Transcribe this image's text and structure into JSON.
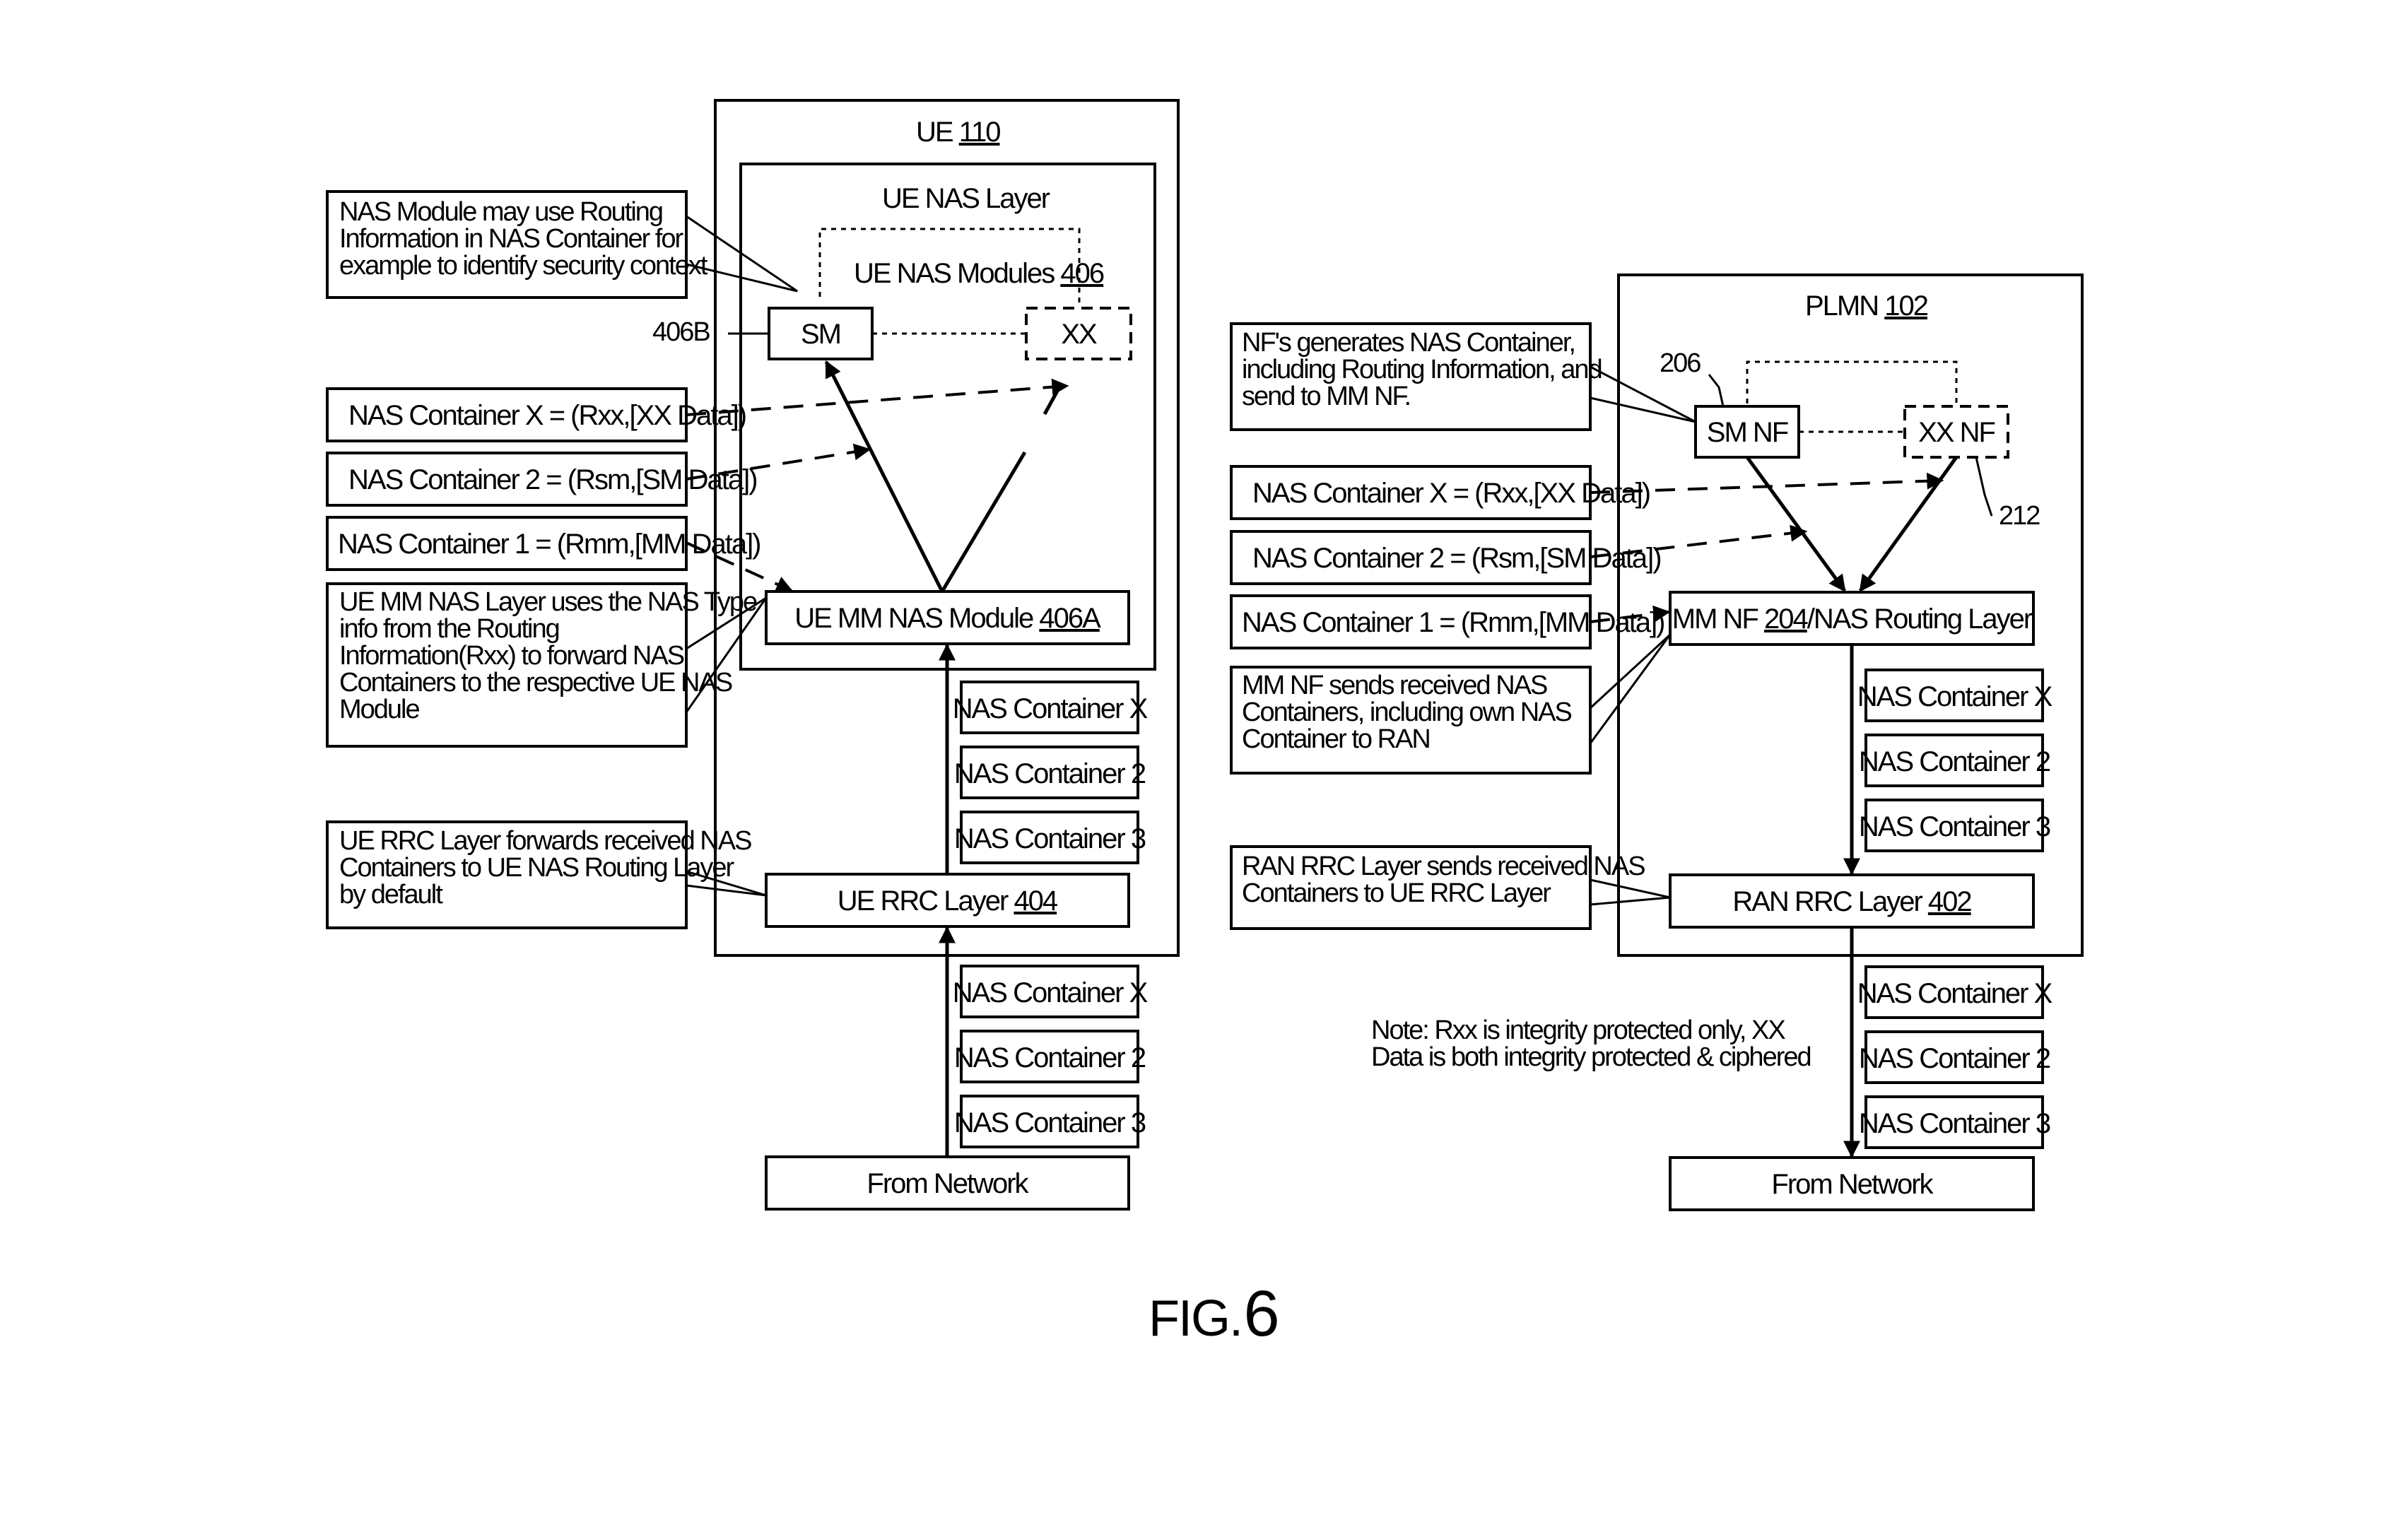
{
  "figure": {
    "caption_prefix": "FIG.",
    "caption_number": "6"
  },
  "left": {
    "ue_title": "UE",
    "ue_ref": "110",
    "nas_layer_title": "UE NAS Layer",
    "modules_label": "UE NAS Modules",
    "modules_ref": "406",
    "sm_label": "SM",
    "sm_ref": "406B",
    "xx_label": "XX",
    "mm_module_label": "UE MM NAS Module",
    "mm_module_ref": "406A",
    "rrc_label": "UE RRC Layer",
    "rrc_ref": "404",
    "from_network": "From Network",
    "stack_upper": [
      "NAS Container X",
      "NAS Container 2",
      "NAS Container 3"
    ],
    "stack_lower": [
      "NAS Container X",
      "NAS Container 2",
      "NAS Container 3"
    ],
    "containers": [
      "NAS Container X = (Rxx,[XX Data])",
      "NAS Container 2 = (Rsm,[SM Data])",
      "NAS Container 1 = (Rmm,[MM Data])"
    ],
    "note_nas_module": [
      "NAS Module may use Routing",
      "Information in NAS Container for",
      "example to identify security context"
    ],
    "note_mm_layer": [
      "UE MM NAS Layer uses the NAS Type",
      "info from the Routing",
      "Information(Rxx) to forward NAS",
      "Containers to the respective UE NAS",
      "Module"
    ],
    "note_rrc": [
      "UE RRC Layer forwards received NAS",
      "Containers to UE NAS Routing Layer",
      "by default"
    ]
  },
  "right": {
    "plmn_title": "PLMN",
    "plmn_ref": "102",
    "smnf_label": "SM NF",
    "smnf_ref": "206",
    "xxnf_label": "XX NF",
    "xxnf_ref": "212",
    "mmnf_prefix": "MM NF",
    "mmnf_ref": "204",
    "mmnf_suffix": "/NAS Routing Layer",
    "ran_label": "RAN RRC Layer",
    "ran_ref": "402",
    "from_network": "From Network",
    "stack_upper": [
      "NAS Container X",
      "NAS Container 2",
      "NAS Container 3"
    ],
    "stack_lower": [
      "NAS Container X",
      "NAS Container 2",
      "NAS Container 3"
    ],
    "containers": [
      "NAS Container X = (Rxx,[XX Data])",
      "NAS Container 2 = (Rsm,[SM Data])",
      "NAS Container 1 = (Rmm,[MM Data])"
    ],
    "note_nf": [
      "NF's generates NAS Container,",
      "including Routing Information, and",
      "send to MM NF."
    ],
    "note_mmnf": [
      "MM NF sends received NAS",
      "Containers, including own NAS",
      "Container to RAN"
    ],
    "note_ran": [
      "RAN RRC Layer sends received NAS",
      "Containers to UE RRC Layer"
    ],
    "note_rxx": [
      "Note: Rxx is integrity protected only, XX",
      "Data is both integrity protected & ciphered"
    ]
  }
}
